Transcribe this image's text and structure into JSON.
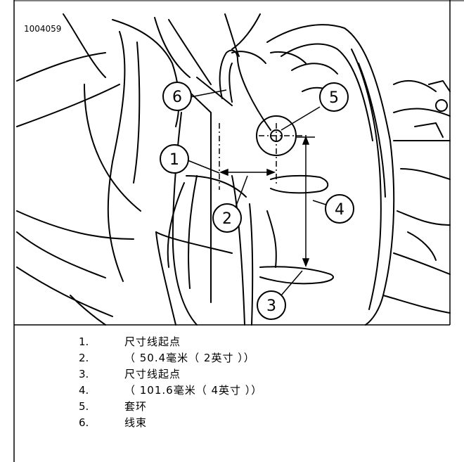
{
  "figure_id": "1004059",
  "callouts": [
    "1",
    "2",
    "3",
    "4",
    "5",
    "6"
  ],
  "legend": [
    {
      "num": "1.",
      "text": "尺寸线起点"
    },
    {
      "num": "2.",
      "text": "（ 50.4毫米（ 2英寸 ））"
    },
    {
      "num": "3.",
      "text": "尺寸线起点"
    },
    {
      "num": "4.",
      "text": "（ 101.6毫米（ 4英寸 ））"
    },
    {
      "num": "5.",
      "text": "套环"
    },
    {
      "num": "6.",
      "text": "线束"
    }
  ]
}
